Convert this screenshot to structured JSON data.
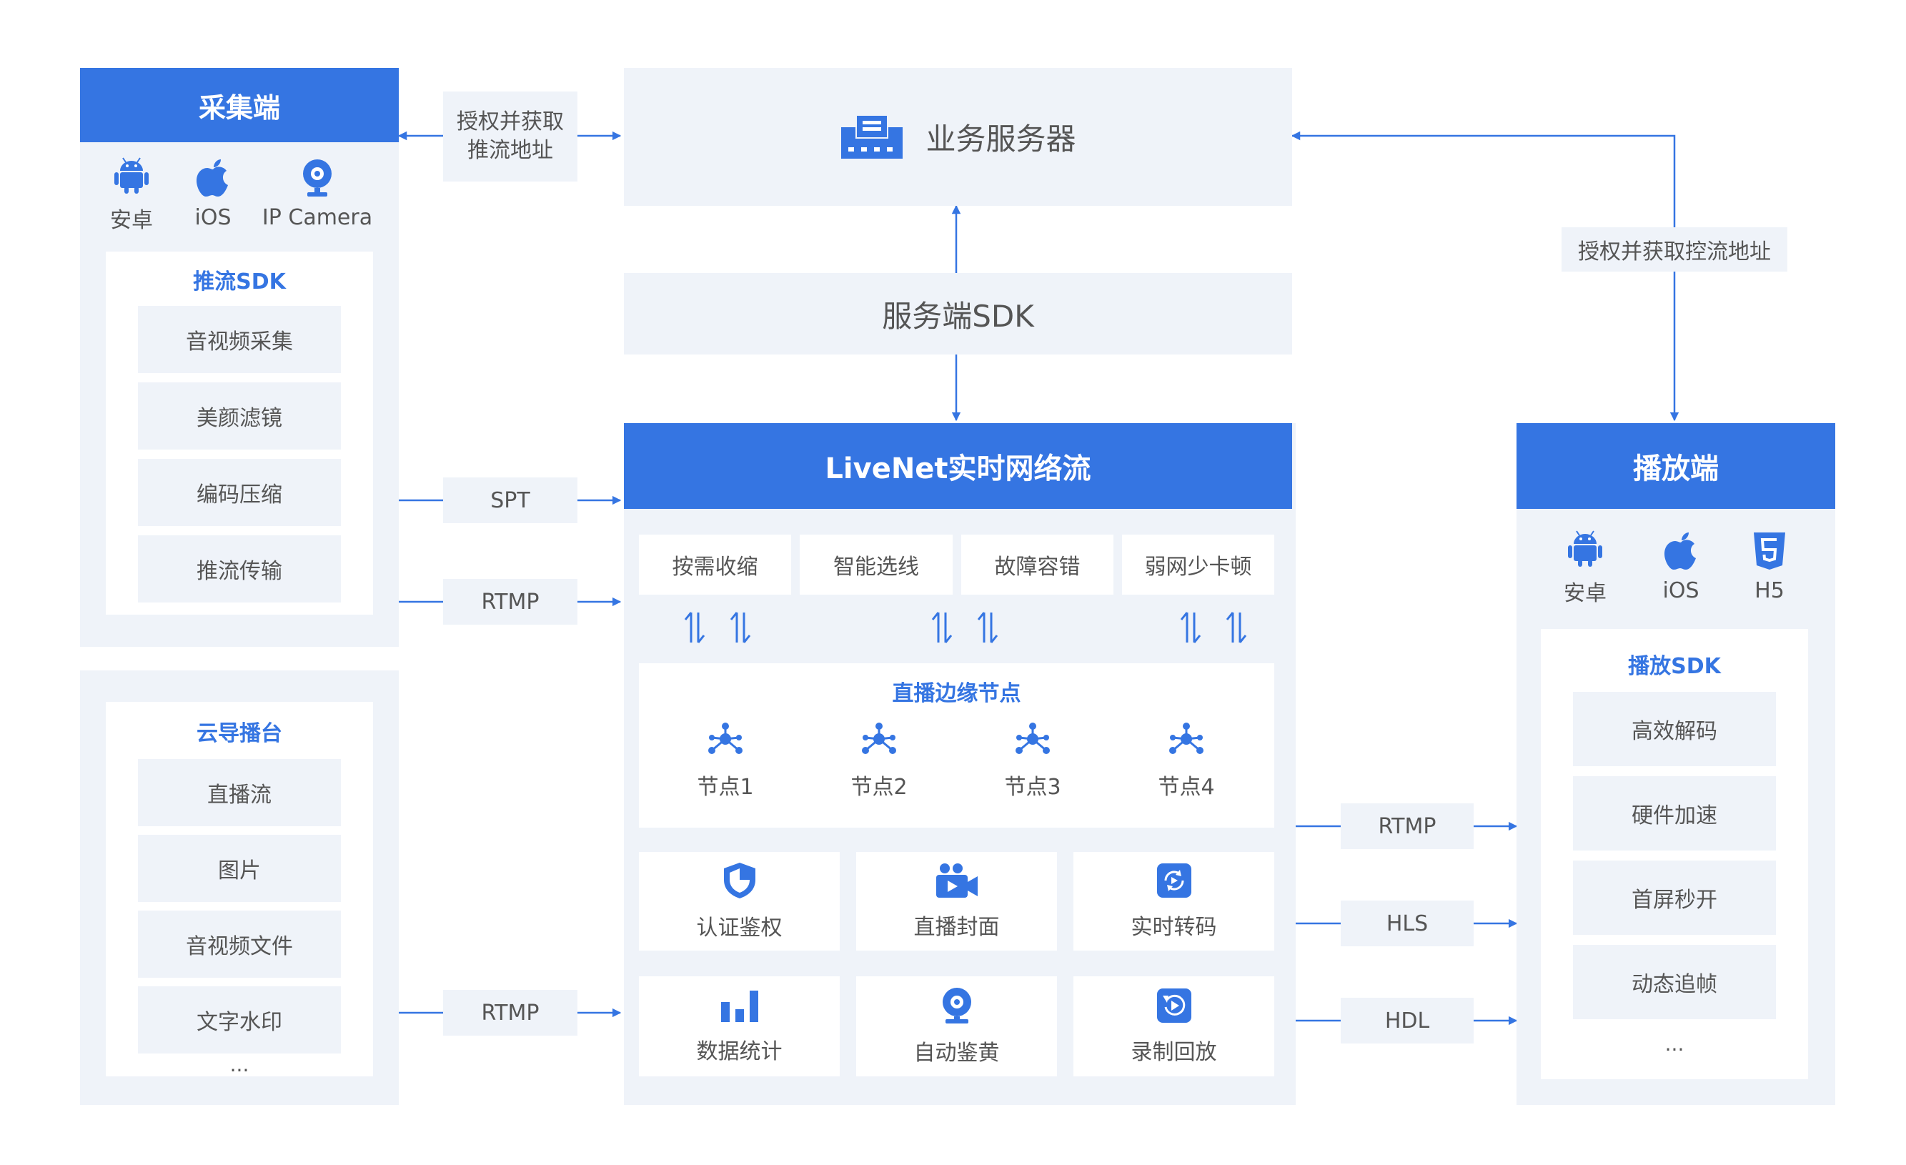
{
  "colors": {
    "accent": "#3575e2",
    "panel": "#eff3f9",
    "text": "#555555",
    "line": "#3575e2"
  },
  "capture": {
    "title": "采集端",
    "platforms": [
      {
        "icon": "android-icon",
        "label": "安卓"
      },
      {
        "icon": "apple-icon",
        "label": "iOS"
      },
      {
        "icon": "ip-camera-icon",
        "label": "IP Camera"
      }
    ],
    "sdk_title": "推流SDK",
    "sdk_items": [
      "音视频采集",
      "美颜滤镜",
      "编码压缩",
      "推流传输"
    ]
  },
  "director": {
    "title": "云导播台",
    "items": [
      "直播流",
      "图片",
      "音视频文件",
      "文字水印"
    ],
    "more": "..."
  },
  "auth_left": {
    "line1": "授权并获取",
    "line2": "推流地址"
  },
  "auth_right": "授权并获取控流地址",
  "server": {
    "title": "业务服务器",
    "icon": "server-icon"
  },
  "server_sdk": "服务端SDK",
  "livenet": {
    "title": "LiveNet实时网络流",
    "features": [
      "按需收缩",
      "智能选线",
      "故障容错",
      "弱网少卡顿"
    ],
    "edge_title": "直播边缘节点",
    "nodes": [
      "节点1",
      "节点2",
      "节点3",
      "节点4"
    ],
    "services": [
      {
        "icon": "shield-icon",
        "label": "认证鉴权"
      },
      {
        "icon": "video-camera-icon",
        "label": "直播封面"
      },
      {
        "icon": "transcode-icon",
        "label": "实时转码"
      },
      {
        "icon": "bar-chart-icon",
        "label": "数据统计"
      },
      {
        "icon": "webcam-icon",
        "label": "自动鉴黄"
      },
      {
        "icon": "replay-icon",
        "label": "录制回放"
      }
    ]
  },
  "protocols_in": [
    "SPT",
    "RTMP",
    "RTMP"
  ],
  "protocols_out": [
    "RTMP",
    "HLS",
    "HDL"
  ],
  "player": {
    "title": "播放端",
    "platforms": [
      {
        "icon": "android-icon",
        "label": "安卓"
      },
      {
        "icon": "apple-icon",
        "label": "iOS"
      },
      {
        "icon": "html5-icon",
        "label": "H5"
      }
    ],
    "sdk_title": "播放SDK",
    "sdk_items": [
      "高效解码",
      "硬件加速",
      "首屏秒开",
      "动态追帧"
    ],
    "more": "..."
  }
}
